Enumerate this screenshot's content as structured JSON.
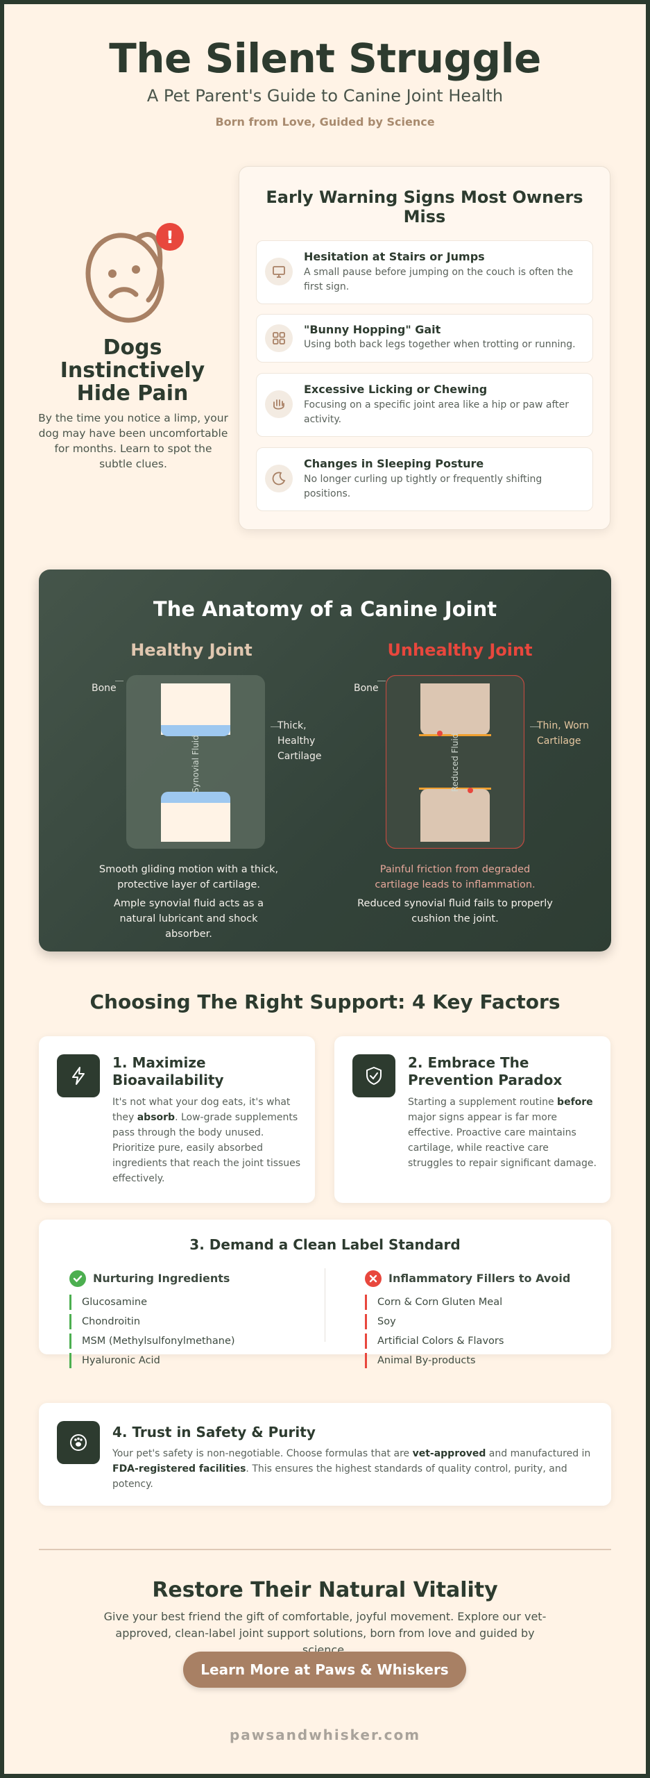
{
  "header": {
    "title": "The Silent Struggle",
    "subtitle": "A Pet Parent's Guide to Canine Joint Health",
    "tagline": "Born from Love, Guided by Science"
  },
  "intro": {
    "badge": "!",
    "title": "Dogs Instinctively Hide Pain",
    "text": "By the time you notice a limp, your dog may have been uncomfortable for months. Learn to spot the subtle clues."
  },
  "warning_signs": {
    "title": "Early Warning Signs Most Owners Miss",
    "items": [
      {
        "icon": "stairs-icon",
        "title": "Hesitation at Stairs or Jumps",
        "text": "A small pause before jumping on the couch is often the first sign."
      },
      {
        "icon": "paws-icon",
        "title": "\"Bunny Hopping\" Gait",
        "text": "Using both back legs together when trotting or running."
      },
      {
        "icon": "hand-icon",
        "title": "Excessive Licking or Chewing",
        "text": "Focusing on a specific joint area like a hip or paw after activity."
      },
      {
        "icon": "moon-icon",
        "title": "Changes in Sleeping Posture",
        "text": "No longer curling up tightly or frequently shifting positions."
      }
    ]
  },
  "anatomy": {
    "title": "The Anatomy of a Canine Joint",
    "healthy": {
      "heading": "Healthy Joint",
      "bone_label": "Bone",
      "fluid_label": "Synovial Fluid",
      "cartilage_label": "Thick, Healthy Cartilage",
      "caption1": "Smooth gliding motion with a thick, protective layer of cartilage.",
      "caption2": "Ample synovial fluid acts as a natural lubricant and shock absorber."
    },
    "unhealthy": {
      "heading": "Unhealthy Joint",
      "bone_label": "Bone",
      "fluid_label": "Reduced Fluid",
      "cartilage_label": "Thin, Worn Cartilage",
      "caption1": "Painful friction from degraded cartilage leads to inflammation.",
      "caption2": "Reduced synovial fluid fails to properly cushion the joint."
    },
    "colors": {
      "healthy_cartilage": "#9ec8f0",
      "worn_cartilage": "#f0a030",
      "inflammation": "#e8473d"
    }
  },
  "factors": {
    "title": "Choosing The Right Support: 4 Key Factors",
    "f1": {
      "icon": "lightning-icon",
      "title": "1. Maximize Bioavailability",
      "text_a": "It's not what your dog eats, it's what they ",
      "text_bold": "absorb",
      "text_b": ". Low-grade supplements pass through the body unused. Prioritize pure, easily absorbed ingredients that reach the joint tissues effectively."
    },
    "f2": {
      "icon": "shield-check-icon",
      "title": "2. Embrace The Prevention Paradox",
      "text_a": "Starting a supplement routine ",
      "text_bold": "before",
      "text_b": " major signs appear is far more effective. Proactive care maintains cartilage, while reactive care struggles to repair significant damage."
    },
    "f3": {
      "title": "3. Demand a Clean Label Standard",
      "good_heading": "Nurturing Ingredients",
      "good": [
        "Glucosamine",
        "Chondroitin",
        "MSM (Methylsulfonylmethane)",
        "Hyaluronic Acid"
      ],
      "bad_heading": "Inflammatory Fillers to Avoid",
      "bad": [
        "Corn & Corn Gluten Meal",
        "Soy",
        "Artificial Colors & Flavors",
        "Animal By-products"
      ]
    },
    "f4": {
      "icon": "paw-badge-icon",
      "title": "4. Trust in Safety & Purity",
      "text_a": "Your pet's safety is non-negotiable. Choose formulas that are ",
      "text_bold1": "vet-approved",
      "text_b": " and manufactured in ",
      "text_bold2": "FDA-registered facilities",
      "text_c": ". This ensures the highest standards of quality control, purity, and potency."
    }
  },
  "footer": {
    "title": "Restore Their Natural Vitality",
    "text": "Give your best friend the gift of comfortable, joyful movement. Explore our vet-approved, clean-label joint support solutions, born from love and guided by science.",
    "cta": "Learn More at Paws & Whiskers",
    "site": "pawsandwhisker.com"
  }
}
